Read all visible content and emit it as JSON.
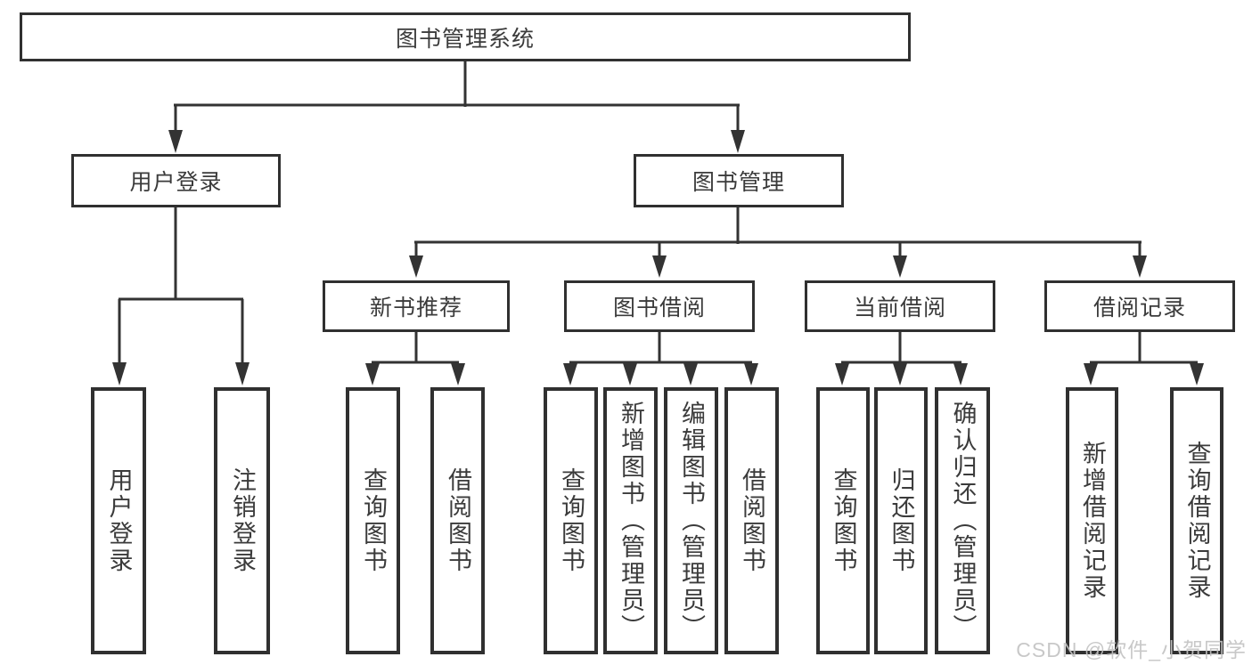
{
  "nodes": {
    "root": "图书管理系统",
    "user_login": "用户登录",
    "book_mgmt": "图书管理",
    "new_book": "新书推荐",
    "book_borrow": "图书借阅",
    "current_borrow": "当前借阅",
    "borrow_record": "借阅记录",
    "ul_login": "用户登录",
    "ul_logout": "注销登录",
    "nb_query": "查询图书",
    "nb_borrow": "借阅图书",
    "bb_query": "查询图书",
    "bb_add": "新增图书（管理员）",
    "bb_edit": "编辑图书（管理员）",
    "bb_borrow": "借阅图书",
    "cb_query": "查询图书",
    "cb_return": "归还图书",
    "cb_confirm": "确认归还（管理员）",
    "br_add": "新增借阅记录",
    "br_query": "查询借阅记录"
  },
  "watermark": "CSDN @软件_小贺同学",
  "colors": {
    "line": "#333333",
    "border": "#303030",
    "text": "#3b3b3b",
    "watermark": "#c3c3c3"
  }
}
